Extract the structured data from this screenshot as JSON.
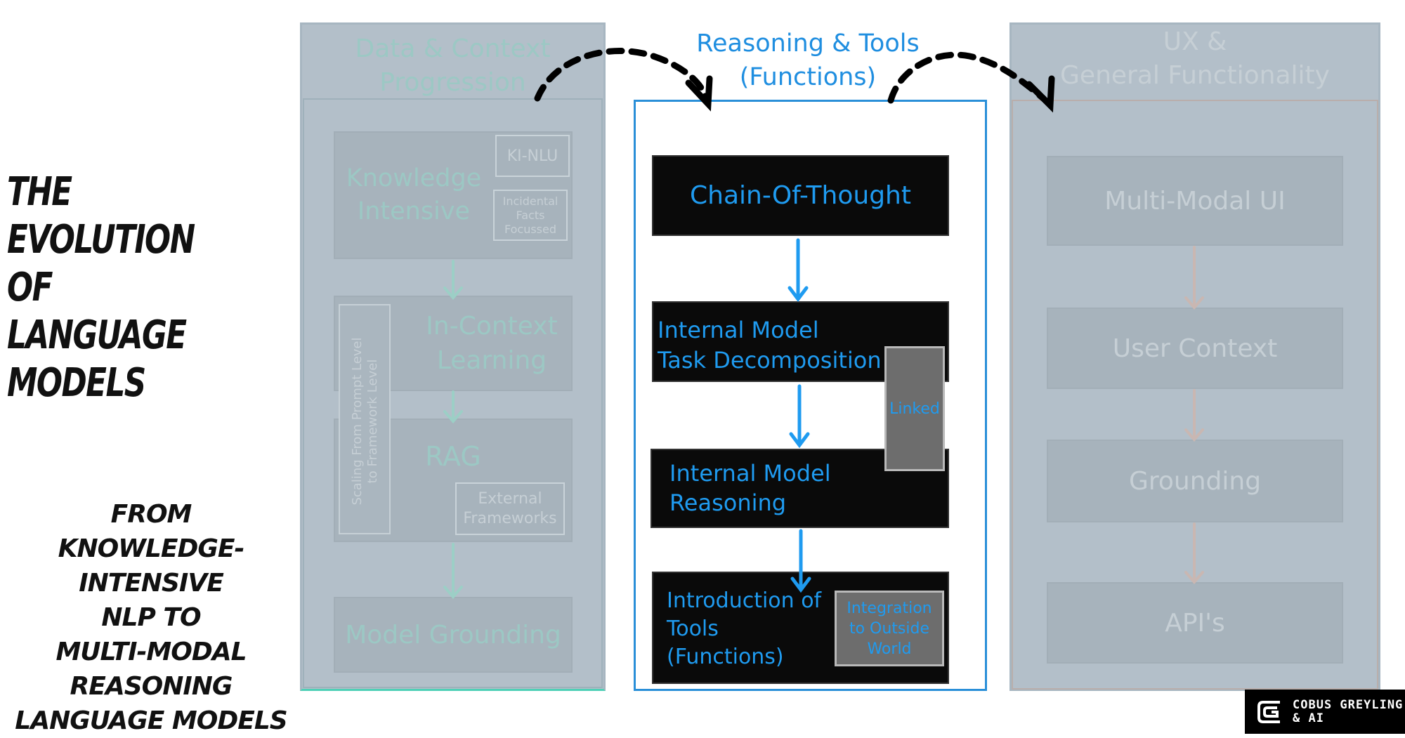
{
  "title_left": {
    "main_line1": "The Evolution of",
    "main_line2": "Language Models",
    "sub_lines": [
      "From",
      "Knowledge-Intensive",
      "NLP to",
      "Multi-Modal Reasoning",
      "Language Models"
    ]
  },
  "left_panel": {
    "title_line1": "Data & Context",
    "title_line2": "Progression",
    "knowledge_line1": "Knowledge",
    "knowledge_line2": "Intensive",
    "ki_nlu": "KI-NLU",
    "incidental_line1": "Incidental",
    "incidental_line2": "Facts",
    "incidental_line3": "Focussed",
    "incontext_line1": "In-Context",
    "incontext_line2": "Learning",
    "scaling_line1": "Scaling From Prompt Level",
    "scaling_line2": "to Framework Level",
    "rag": "RAG",
    "external_line1": "External",
    "external_line2": "Frameworks",
    "model_grounding": "Model Grounding"
  },
  "center_panel": {
    "title_line1": "Reasoning & Tools",
    "title_line2": "(Functions)",
    "cot": "Chain-Of-Thought",
    "decomp_line1": "Internal Model",
    "decomp_line2": "Task Decomposition",
    "linked": "Linked",
    "reasoning_line1": "Internal Model",
    "reasoning_line2": "Reasoning",
    "tools_line1": "Introduction of",
    "tools_line2": "Tools",
    "tools_line3": "(Functions)",
    "integration_line1": "Integration",
    "integration_line2": "to Outside",
    "integration_line3": "World"
  },
  "right_panel": {
    "title_line1": "UX &",
    "title_line2": "General Functionality",
    "items": [
      "Multi-Modal UI",
      "User Context",
      "Grounding",
      "API's"
    ]
  },
  "logo": {
    "line1": "COBUS GREYLING",
    "line2": "& AI"
  },
  "colors": {
    "accent_blue": "#1f9bf0",
    "frame_blue": "#2a8fd8",
    "faded_panel": "#b3bfc9",
    "faded_teal_text": "#9cc8c4",
    "faded_gray_text": "#c6cfd5"
  }
}
